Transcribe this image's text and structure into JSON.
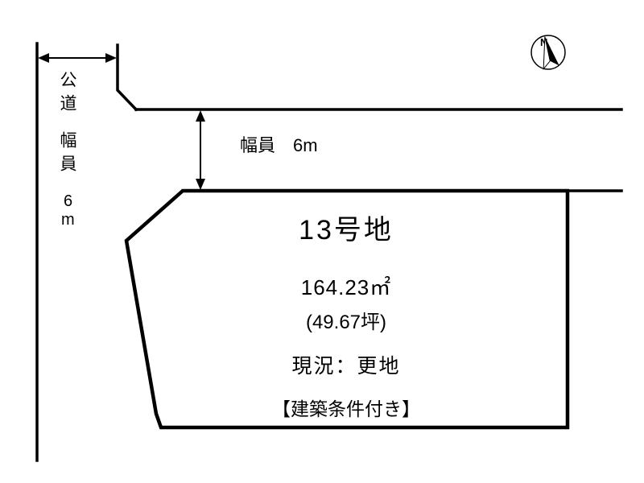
{
  "left_road": {
    "name": "公道",
    "width_label": "幅員",
    "width_value": "6",
    "width_unit": "m"
  },
  "front_road": {
    "width_label": "幅員　6m"
  },
  "lot": {
    "name": "13号地",
    "area_m2": "164.23㎡",
    "area_tsubo": "(49.67坪)",
    "status": "現況：更地",
    "note": "【建築条件付き】"
  },
  "compass": {
    "north_label": "N"
  },
  "colors": {
    "line": "#000000",
    "background": "#ffffff"
  }
}
